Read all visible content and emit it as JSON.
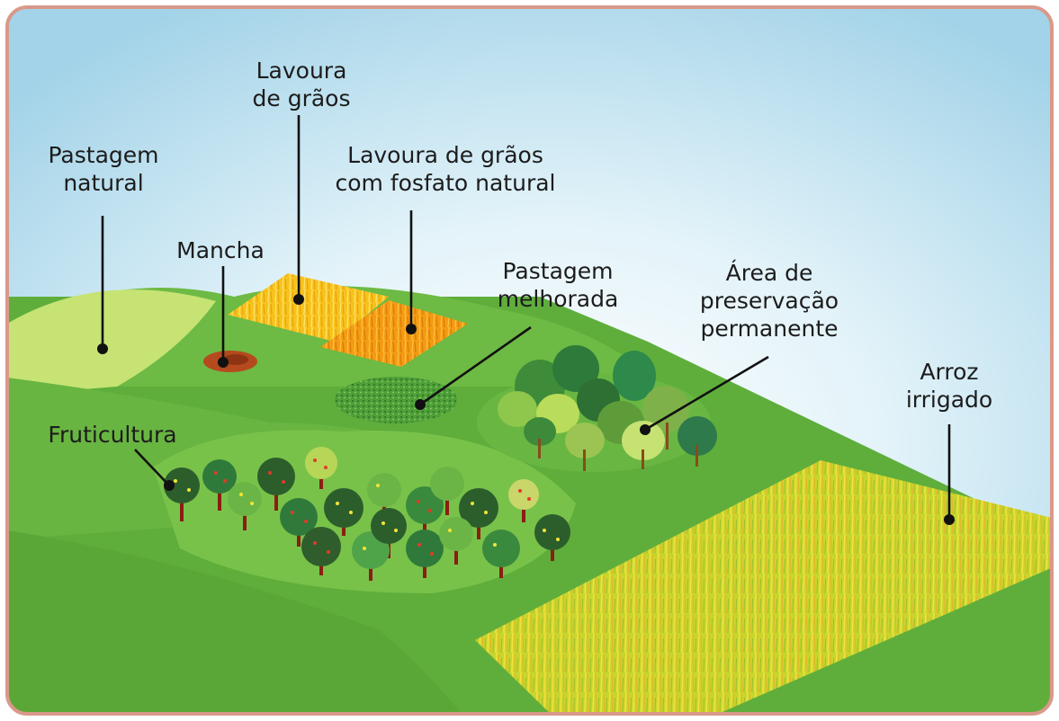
{
  "labels": {
    "pastagem_natural": [
      "Pastagem",
      "natural"
    ],
    "lavoura_graos": [
      "Lavoura",
      "de grãos"
    ],
    "lavoura_fosfato": [
      "Lavoura de grãos",
      "com fosfato natural"
    ],
    "mancha": [
      "Mancha"
    ],
    "pastagem_melhorada": [
      "Pastagem",
      "melhorada"
    ],
    "area_preservacao": [
      "Área de",
      "preservação",
      "permanente"
    ],
    "arroz_irrigado": [
      "Arroz",
      "irrigado"
    ],
    "fruticultura": [
      "Fruticultura"
    ]
  },
  "colors": {
    "border": "#d9998a",
    "sky_top": "#a9d6ea",
    "sky_glow": "#ffffff",
    "ground": "#5fae3c",
    "hill_light": "#9fd05a",
    "pasture_natural": "#c9e57a",
    "crop_yellow": "#f7c21a",
    "crop_orange": "#f49a12",
    "mancha": "#b54a1f",
    "rice": "#d7e23a",
    "leader": "#111111"
  }
}
